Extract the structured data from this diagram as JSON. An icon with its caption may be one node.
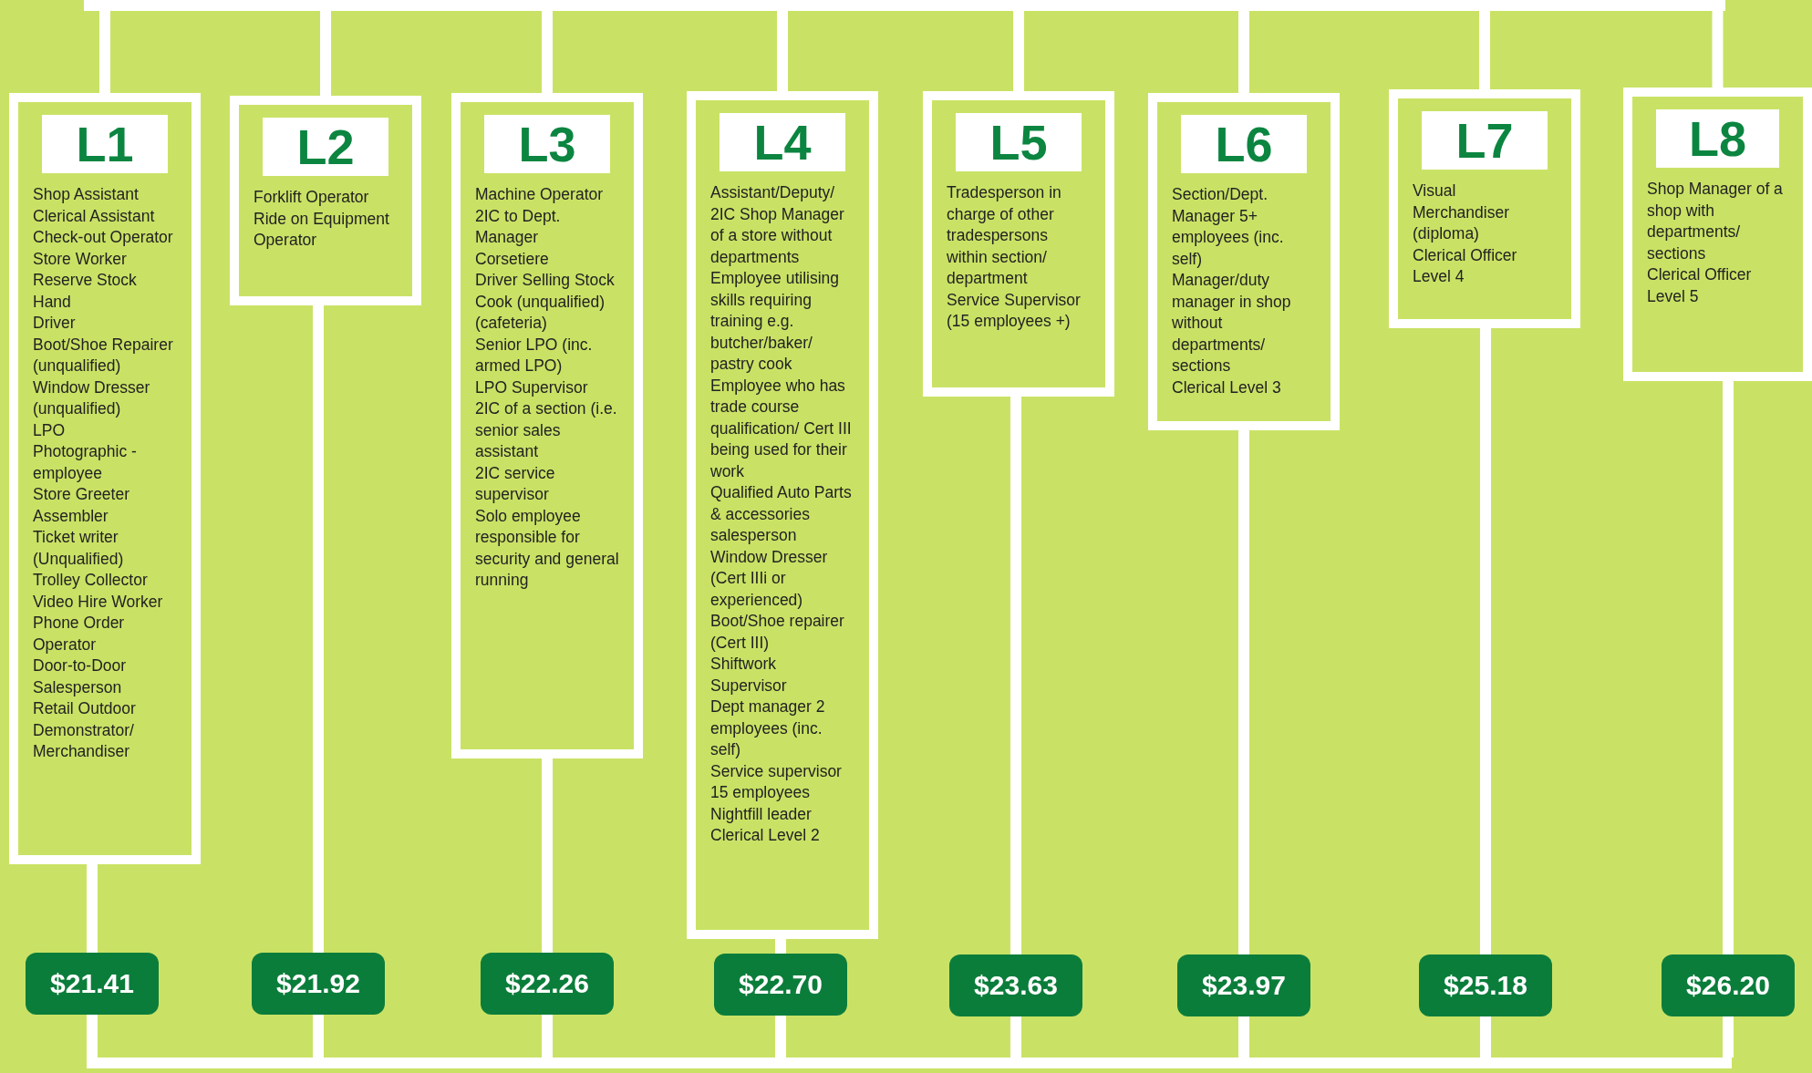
{
  "diagram": {
    "nodes": [
      {
        "text": [],
        "shape": "bar"
      },
      {
        "text": [
          "L1",
          "Shop Assistant",
          "Clerical Assistant",
          "Check-out Operator",
          "Store Worker",
          "Reserve Stock Hand",
          "Driver",
          "Boot/Shoe Repairer (unqualified)",
          "Window Dresser (unqualified)",
          "LPO",
          "Photographic - employee",
          "Store Greeter",
          "Assembler",
          "Ticket writer (Unqualified)",
          "Trolley Collector",
          "Video Hire Worker",
          "Phone Order Operator",
          "Door-to-Door Salesperson",
          "Retail Outdoor Demonstrator/ Merchandiser"
        ]
      },
      {
        "text": [
          "L2",
          "Forklift Operator",
          "Ride on Equipment Operator"
        ]
      },
      {
        "text": [
          "L3",
          "Machine Operator",
          "2IC to Dept. Manager",
          "Corsetiere",
          "Driver Selling Stock",
          "Cook (unqualified) (cafeteria)",
          "Senior LPO (inc. armed LPO)",
          "LPO Supervisor",
          "2IC of a section (i.e. senior sales assistant",
          "2IC service supervisor",
          "Solo employee responsible for security and general running"
        ]
      },
      {
        "text": [
          "L4",
          "Assistant/Deputy/ 2IC Shop Manager of a store without departments",
          "Employee utilising skills requiring training e.g. butcher/baker/ pastry cook",
          "Employee who has trade course qualification/ Cert III being used for their work",
          "Qualified Auto Parts & accessories salesperson",
          "Window Dresser (Cert IIIi or experienced)",
          "Boot/Shoe repairer (Cert III)",
          "Shiftwork Supervisor",
          "Dept manager 2 employees (inc. self)",
          "Service supervisor 15 employees",
          "Nightfill leader",
          "Clerical Level 2"
        ]
      },
      {
        "text": [
          "L5",
          "Tradesperson in charge of other tradespersons within section/ department",
          "Service Supervisor (15 employees +)"
        ]
      },
      {
        "text": [
          "L6",
          "Section/Dept. Manager 5+ employees (inc. self)",
          "Manager/duty manager in shop without departments/ sections",
          "Clerical Level 3"
        ]
      },
      {
        "text": [
          "L7",
          "Visual Merchandiser (diploma)",
          "Clerical Officer Level 4"
        ]
      },
      {
        "text": [
          "L8",
          "Shop Manager of a shop with departments/ sections",
          "Clerical Officer Level 5"
        ]
      },
      {
        "text": [
          "$21.41"
        ]
      },
      {
        "text": [
          "$21.92"
        ]
      },
      {
        "text": [
          "$22.26"
        ]
      },
      {
        "text": [
          "$22.70"
        ]
      },
      {
        "text": [
          "$23.63"
        ]
      },
      {
        "text": [
          "$23.97"
        ]
      },
      {
        "text": [
          "$25.18"
        ]
      },
      {
        "text": [
          "$26.20"
        ]
      },
      {
        "text": [],
        "shape": "bar"
      }
    ],
    "edges": [
      {
        "from": 0,
        "to": 1,
        "arrow": "none"
      },
      {
        "from": 0,
        "to": 2,
        "arrow": "none"
      },
      {
        "from": 0,
        "to": 3,
        "arrow": "none"
      },
      {
        "from": 0,
        "to": 4,
        "arrow": "none"
      },
      {
        "from": 0,
        "to": 5,
        "arrow": "none"
      },
      {
        "from": 0,
        "to": 6,
        "arrow": "none"
      },
      {
        "from": 0,
        "to": 7,
        "arrow": "none"
      },
      {
        "from": 0,
        "to": 8,
        "arrow": "none"
      },
      {
        "from": 1,
        "to": 9,
        "arrow": "none"
      },
      {
        "from": 2,
        "to": 10,
        "arrow": "none"
      },
      {
        "from": 3,
        "to": 11,
        "arrow": "none"
      },
      {
        "from": 4,
        "to": 12,
        "arrow": "none"
      },
      {
        "from": 5,
        "to": 13,
        "arrow": "none"
      },
      {
        "from": 6,
        "to": 14,
        "arrow": "none"
      },
      {
        "from": 7,
        "to": 15,
        "arrow": "none"
      },
      {
        "from": 8,
        "to": 16,
        "arrow": "none"
      },
      {
        "from": 9,
        "to": 17,
        "arrow": "none"
      },
      {
        "from": 10,
        "to": 17,
        "arrow": "none"
      },
      {
        "from": 11,
        "to": 17,
        "arrow": "none"
      },
      {
        "from": 12,
        "to": 17,
        "arrow": "none"
      },
      {
        "from": 13,
        "to": 17,
        "arrow": "none"
      },
      {
        "from": 14,
        "to": 17,
        "arrow": "none"
      },
      {
        "from": 15,
        "to": 17,
        "arrow": "none"
      },
      {
        "from": 16,
        "to": 17,
        "arrow": "none"
      }
    ]
  }
}
